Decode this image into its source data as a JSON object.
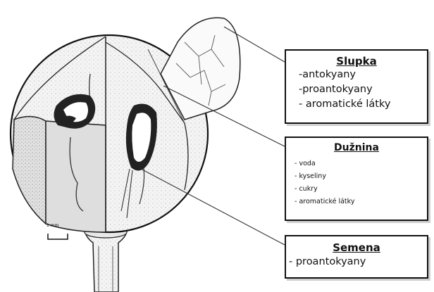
{
  "labels": {
    "slupka": {
      "title": "Slupka",
      "items": [
        "-antokyany",
        "-proantokyany",
        "- aromatické látky"
      ]
    },
    "duznina": {
      "title": "Dužnina",
      "items": [
        "- voda",
        "- kyseliny",
        "- cukry",
        "- aromatické látky"
      ]
    },
    "semena": {
      "title": "Semena",
      "items": [
        "- proantokyany"
      ]
    }
  },
  "scale_bar": {
    "label": "1 mm"
  }
}
